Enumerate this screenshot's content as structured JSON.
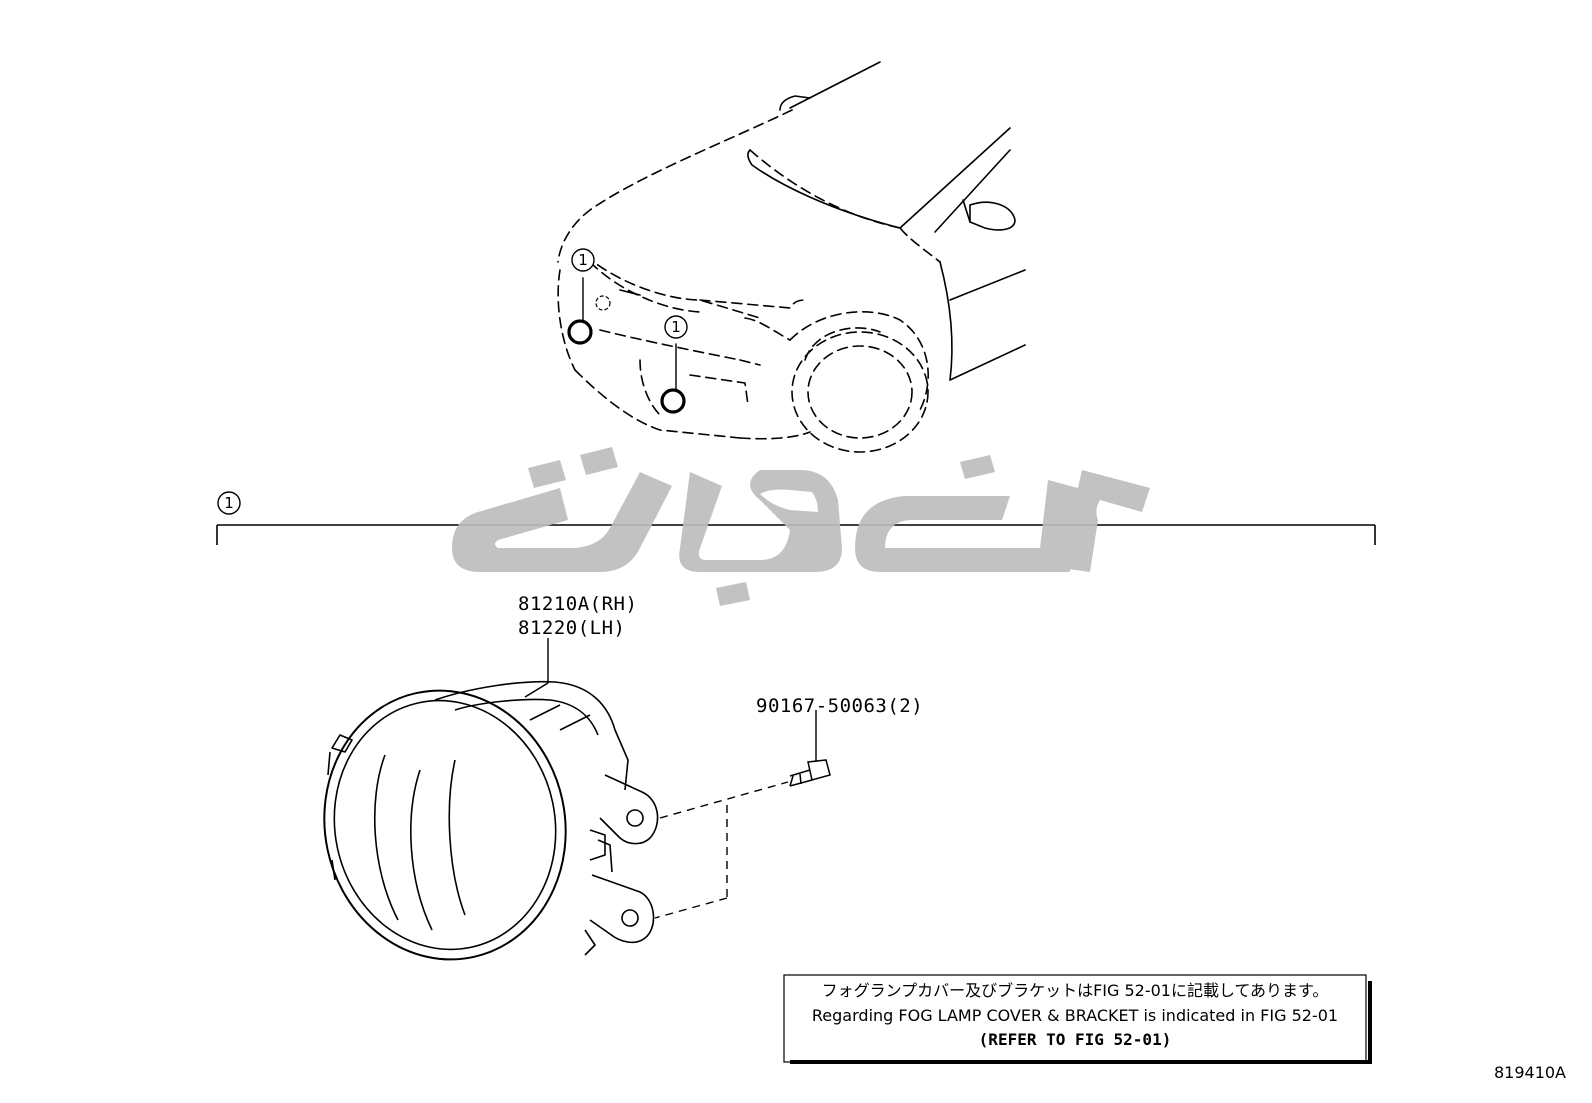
{
  "callouts": {
    "car_callout_1": "1",
    "car_callout_2": "1",
    "section_callout": "1"
  },
  "parts": {
    "fog_lamp_rh": "81210A(RH)",
    "fog_lamp_lh": "81220(LH)",
    "screw": "90167-50063(2)"
  },
  "note": {
    "line_jp": "フォグランプカバー及びブラケットはFIG 52-01に記載してあります。",
    "line_en": "Regarding FOG LAMP COVER & BRACKET is indicated in FIG 52-01",
    "line_ref": "(REFER TO FIG 52-01)"
  },
  "figure_code": "819410A",
  "watermark": {
    "glyph_text": "تویوتا",
    "color": "#bdbdbd"
  }
}
